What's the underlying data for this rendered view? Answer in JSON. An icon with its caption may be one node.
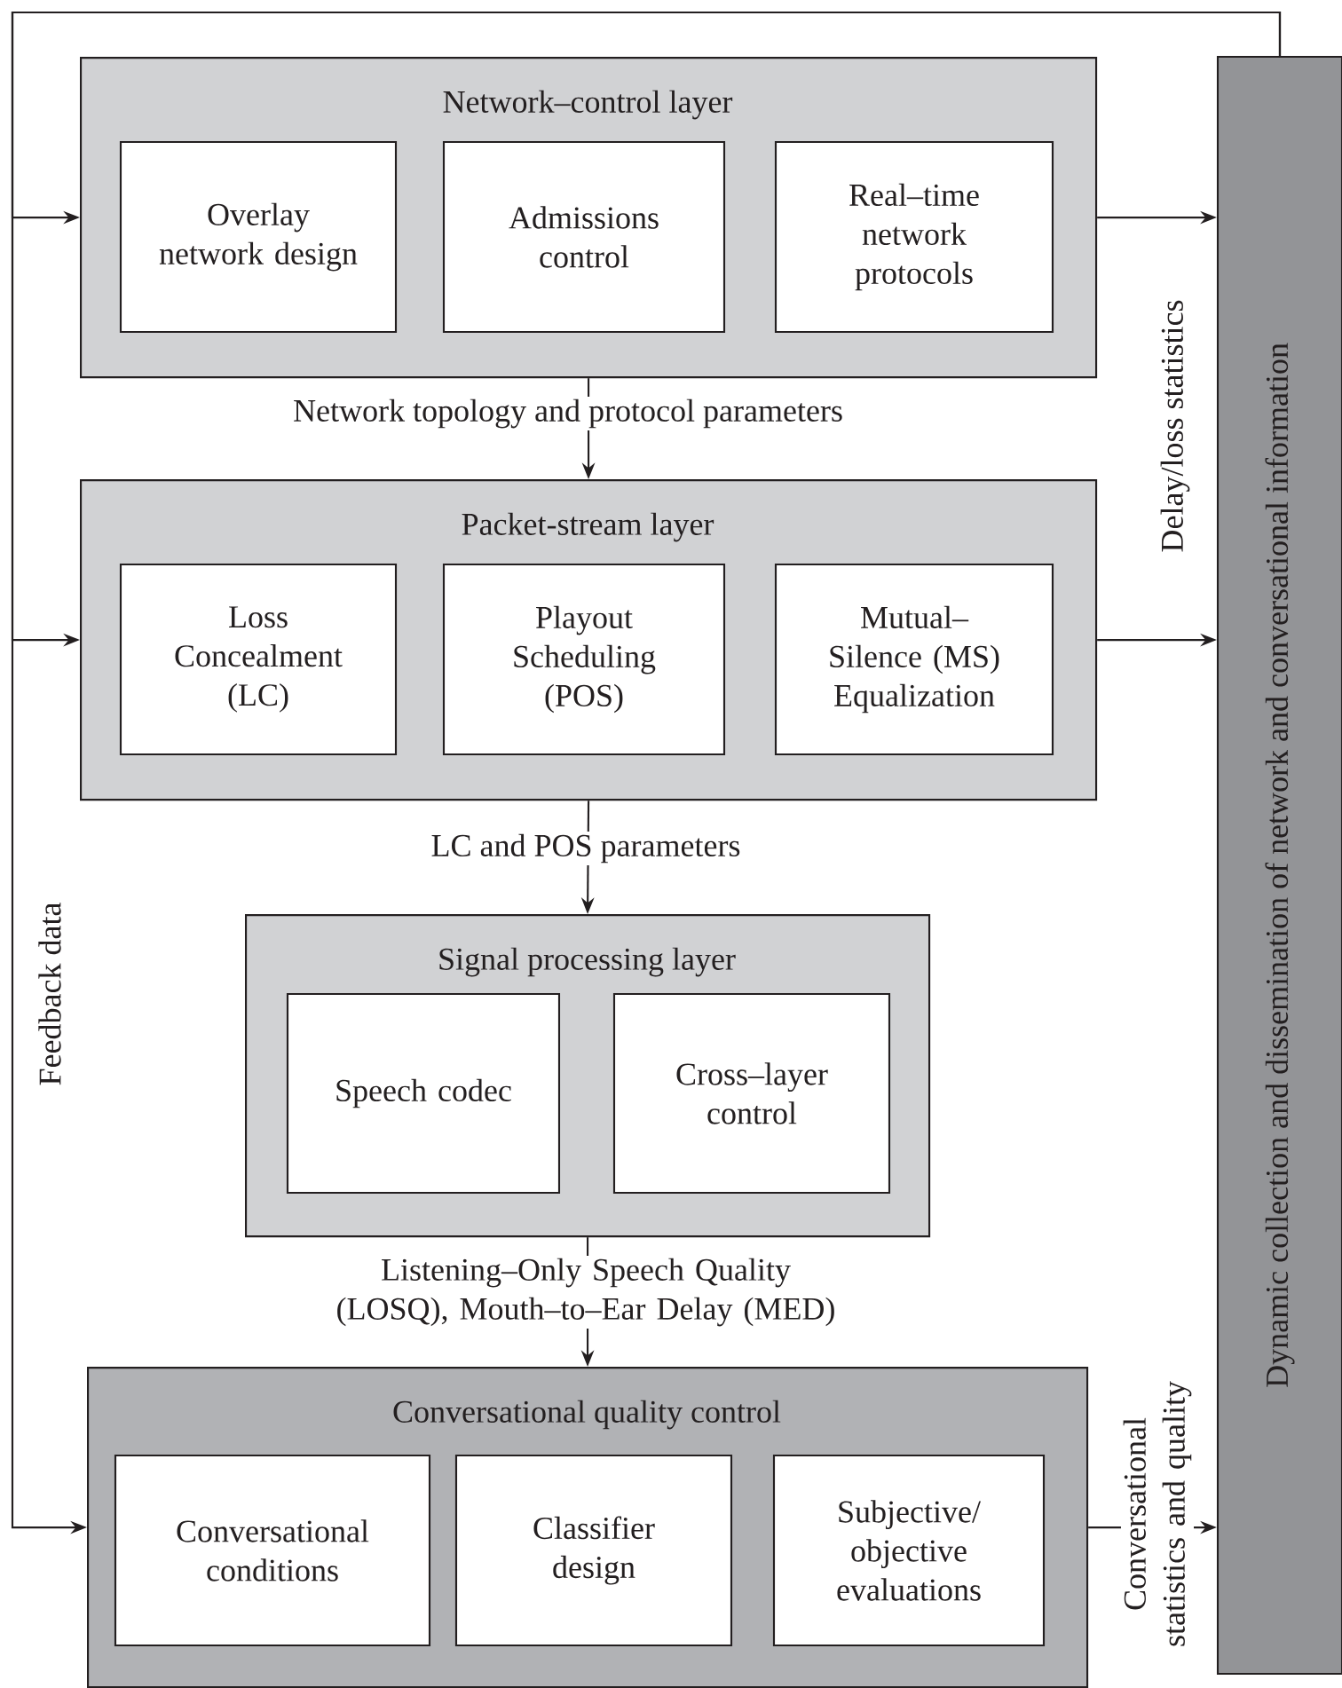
{
  "diagram": {
    "nodes": [
      {
        "text": [
          "Network–control layer"
        ]
      },
      {
        "text": [
          "Overlay network design"
        ],
        "in": 0
      },
      {
        "text": [
          "Admissions control"
        ],
        "in": 0
      },
      {
        "text": [
          "Real–time network protocols"
        ],
        "in": 0
      },
      {
        "text": [
          "Packet-stream layer"
        ]
      },
      {
        "text": [
          "Loss Concealment (LC)"
        ],
        "in": 4
      },
      {
        "text": [
          "Playout Scheduling (POS)"
        ],
        "in": 4
      },
      {
        "text": [
          "Mutual– Silence (MS) Equalization"
        ],
        "in": 4
      },
      {
        "text": [
          "Signal processing layer"
        ]
      },
      {
        "text": [
          "Speech codec"
        ],
        "in": 8
      },
      {
        "text": [
          "Cross–layer control"
        ],
        "in": 8
      },
      {
        "text": [
          "Conversational quality control"
        ]
      },
      {
        "text": [
          "Conversational conditions"
        ],
        "in": 11
      },
      {
        "text": [
          "Classifier design"
        ],
        "in": 11
      },
      {
        "text": [
          "Subjective/ objective evaluations"
        ],
        "in": 11
      },
      {
        "text": [
          "Dynamic collection and dissemination of network and conversational information"
        ]
      }
    ],
    "edges": [
      {
        "from": 0,
        "to": 4,
        "arrow": "to",
        "label": "Network topology and protocol parameters"
      },
      {
        "from": 4,
        "to": 8,
        "arrow": "to",
        "label": "LC and POS parameters"
      },
      {
        "from": 8,
        "to": 11,
        "arrow": "to",
        "label": "Listening–Only Speech Quality (LOSQ), Mouth–to–Ear Delay (MED)"
      },
      {
        "from": 0,
        "to": 15,
        "arrow": "to"
      },
      {
        "from": 4,
        "to": 15,
        "arrow": "to"
      },
      {
        "from": 11,
        "to": 15,
        "arrow": "to",
        "label": "Conversational statistics and quality"
      },
      {
        "from": 15,
        "to": 0,
        "arrow": "to"
      },
      {
        "from": 15,
        "to": 4,
        "arrow": "to"
      },
      {
        "from": 15,
        "to": 11,
        "arrow": "to",
        "label": "Feedback data"
      }
    ],
    "labels": [
      "Delay/loss statistics"
    ]
  }
}
